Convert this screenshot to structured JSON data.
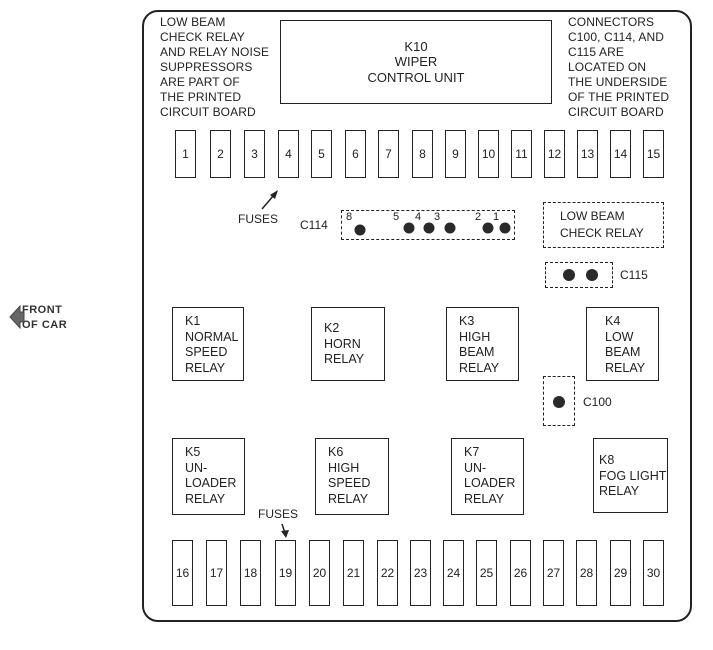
{
  "notes": {
    "left": "LOW BEAM\nCHECK RELAY\nAND RELAY NOISE\nSUPPRESSORS\nARE PART OF\nTHE PRINTED\nCIRCUIT BOARD",
    "right": "CONNECTORS\nC100, C114, AND\nC115 ARE\nLOCATED ON\nTHE UNDERSIDE\nOF THE PRINTED\nCIRCUIT BOARD"
  },
  "wiper_unit": "K10\nWIPER\nCONTROL UNIT",
  "front_of_car": "FRONT\nOF CAR",
  "fuses_top": [
    "1",
    "2",
    "3",
    "4",
    "5",
    "6",
    "7",
    "8",
    "9",
    "10",
    "11",
    "12",
    "13",
    "14",
    "15"
  ],
  "fuses_bottom": [
    "16",
    "17",
    "18",
    "19",
    "20",
    "21",
    "22",
    "23",
    "24",
    "25",
    "26",
    "27",
    "28",
    "29",
    "30"
  ],
  "fuses_label_top": "FUSES",
  "fuses_label_bottom": "FUSES",
  "c114": {
    "label": "C114",
    "pins": [
      "8",
      "5",
      "4",
      "3",
      "2",
      "1"
    ]
  },
  "low_beam_check_relay": "LOW BEAM\nCHECK RELAY",
  "c115_label": "C115",
  "c100_label": "C100",
  "relays": [
    {
      "text": "K1\nNORMAL\nSPEED\nRELAY"
    },
    {
      "text": "K2\nHORN\nRELAY"
    },
    {
      "text": "K3\nHIGH\nBEAM\nRELAY"
    },
    {
      "text": "K4\nLOW\nBEAM\nRELAY"
    },
    {
      "text": "K5\nUN-\nLOADER\nRELAY"
    },
    {
      "text": "K6\nHIGH\nSPEED\nRELAY"
    },
    {
      "text": "K7\nUN-\nLOADER\nRELAY"
    },
    {
      "text": "K8\nFOG LIGHT\nRELAY"
    }
  ]
}
